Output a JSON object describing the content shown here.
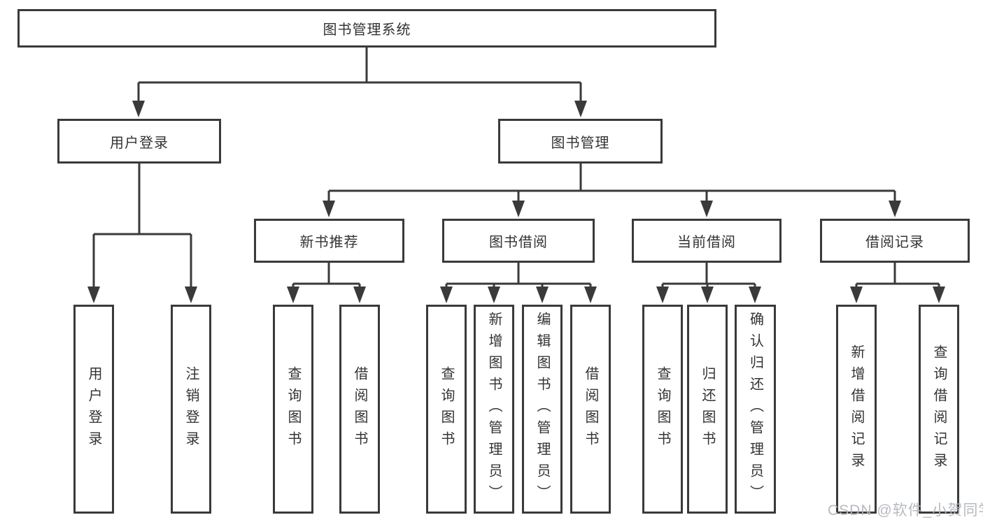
{
  "root": {
    "label": "图书管理系统"
  },
  "branches": [
    {
      "label": "用户登录",
      "children": [
        {
          "label": "用户登录"
        },
        {
          "label": "注销登录"
        }
      ]
    },
    {
      "label": "图书管理",
      "sections": [
        {
          "label": "新书推荐",
          "children": [
            {
              "label": "查询图书"
            },
            {
              "label": "借阅图书"
            }
          ]
        },
        {
          "label": "图书借阅",
          "children": [
            {
              "label": "查询图书"
            },
            {
              "label": "新增图书（管理员）"
            },
            {
              "label": "编辑图书（管理员）"
            },
            {
              "label": "借阅图书"
            }
          ]
        },
        {
          "label": "当前借阅",
          "children": [
            {
              "label": "查询图书"
            },
            {
              "label": "归还图书"
            },
            {
              "label": "确认归还（管理员）"
            }
          ]
        },
        {
          "label": "借阅记录",
          "children": [
            {
              "label": "新增借阅记录"
            },
            {
              "label": "查询借阅记录"
            }
          ]
        }
      ]
    }
  ],
  "watermark": "CSDN @软件_小贺同学",
  "colors": {
    "stroke": "#3a3a3a",
    "text": "#333333",
    "watermark": "#b3b7bd",
    "background": "#ffffff"
  }
}
